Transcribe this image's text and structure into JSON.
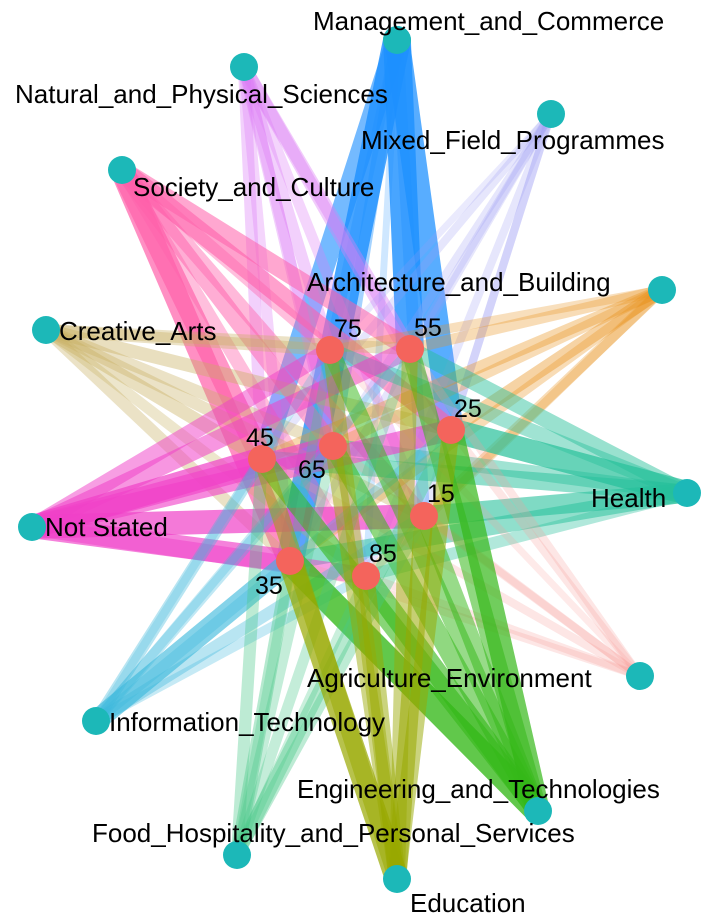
{
  "diagram": {
    "type": "bipartite network",
    "node_colors": {
      "field": "#1cb8b8",
      "age_group": "#f4645c"
    },
    "fields": [
      {
        "id": "mc",
        "label": "Management_and_Commerce",
        "color": "#1e90ff"
      },
      {
        "id": "nps",
        "label": "Natural_and_Physical_Sciences",
        "color": "#dc7cf6"
      },
      {
        "id": "mfp",
        "label": "Mixed_Field_Programmes",
        "color": "#9d9cf4"
      },
      {
        "id": "sc",
        "label": "Society_and_Culture",
        "color": "#ff5faa"
      },
      {
        "id": "ab",
        "label": "Architecture_and_Building",
        "color": "#e8921c"
      },
      {
        "id": "ca",
        "label": "Creative_Arts",
        "color": "#c8b060"
      },
      {
        "id": "he",
        "label": "Health",
        "color": "#26c09a"
      },
      {
        "id": "ns",
        "label": "Not Stated",
        "color": "#f040c8"
      },
      {
        "id": "ae",
        "label": "Agriculture_Environment",
        "color": "#f89a96"
      },
      {
        "id": "it",
        "label": "Information_Technology",
        "color": "#3ab8dc"
      },
      {
        "id": "et",
        "label": "Engineering_and_Technologies",
        "color": "#34b818"
      },
      {
        "id": "fh",
        "label": "Food_Hospitality_and_Personal_Services",
        "color": "#48c888"
      },
      {
        "id": "ed",
        "label": "Education",
        "color": "#98a800"
      }
    ],
    "age_groups": [
      {
        "id": "a75",
        "label": "75"
      },
      {
        "id": "a55",
        "label": "55"
      },
      {
        "id": "a25",
        "label": "25"
      },
      {
        "id": "a45",
        "label": "45"
      },
      {
        "id": "a65",
        "label": "65"
      },
      {
        "id": "a15",
        "label": "15"
      },
      {
        "id": "a85",
        "label": "85"
      },
      {
        "id": "a35",
        "label": "35"
      }
    ],
    "edge_weights": {
      "mc": {
        "a75": 0.3,
        "a55": 0.95,
        "a25": 0.85,
        "a45": 0.7,
        "a65": 0.4,
        "a15": 0.35,
        "a85": 0.15,
        "a35": 0.95
      },
      "nps": {
        "a75": 0.35,
        "a55": 0.4,
        "a25": 0.4,
        "a45": 0.35,
        "a65": 0.35,
        "a15": 0.3,
        "a85": 0.3,
        "a35": 0.3
      },
      "mfp": {
        "a75": 0.15,
        "a55": 0.2,
        "a25": 0.2,
        "a45": 0.2,
        "a65": 0.2,
        "a15": 0.2,
        "a85": 0.2,
        "a35": 0.2
      },
      "sc": {
        "a75": 0.4,
        "a55": 0.6,
        "a25": 0.65,
        "a45": 0.75,
        "a65": 0.55,
        "a15": 0.45,
        "a85": 0.4,
        "a35": 0.8
      },
      "ab": {
        "a75": 0.25,
        "a55": 0.3,
        "a25": 0.4,
        "a45": 0.35,
        "a65": 0.3,
        "a15": 0.3,
        "a85": 0.25,
        "a35": 0.3
      },
      "ca": {
        "a75": 0.35,
        "a55": 0.35,
        "a25": 0.4,
        "a45": 0.4,
        "a65": 0.35,
        "a15": 0.35,
        "a85": 0.3,
        "a35": 0.35
      },
      "he": {
        "a75": 0.45,
        "a55": 0.5,
        "a25": 0.8,
        "a45": 0.55,
        "a65": 0.45,
        "a15": 0.65,
        "a85": 0.35,
        "a35": 0.55
      },
      "ns": {
        "a75": 0.55,
        "a55": 0.6,
        "a25": 0.7,
        "a45": 0.8,
        "a65": 0.7,
        "a15": 0.8,
        "a85": 0.55,
        "a35": 0.75
      },
      "ae": {
        "a75": 0.15,
        "a55": 0.2,
        "a25": 0.2,
        "a45": 0.2,
        "a65": 0.2,
        "a15": 0.2,
        "a85": 0.2,
        "a35": 0.2
      },
      "it": {
        "a75": 0.2,
        "a55": 0.25,
        "a25": 0.3,
        "a45": 0.35,
        "a65": 0.3,
        "a15": 0.35,
        "a85": 0.25,
        "a35": 0.7
      },
      "et": {
        "a75": 0.55,
        "a55": 0.6,
        "a25": 0.8,
        "a45": 0.65,
        "a65": 0.6,
        "a15": 0.55,
        "a85": 0.7,
        "a35": 0.9
      },
      "fh": {
        "a75": 0.25,
        "a55": 0.3,
        "a25": 0.4,
        "a45": 0.35,
        "a65": 0.3,
        "a15": 0.35,
        "a85": 0.25,
        "a35": 0.4
      },
      "ed": {
        "a75": 0.45,
        "a55": 0.5,
        "a25": 0.55,
        "a45": 0.55,
        "a65": 0.5,
        "a15": 0.6,
        "a85": 0.55,
        "a35": 0.8
      }
    }
  }
}
